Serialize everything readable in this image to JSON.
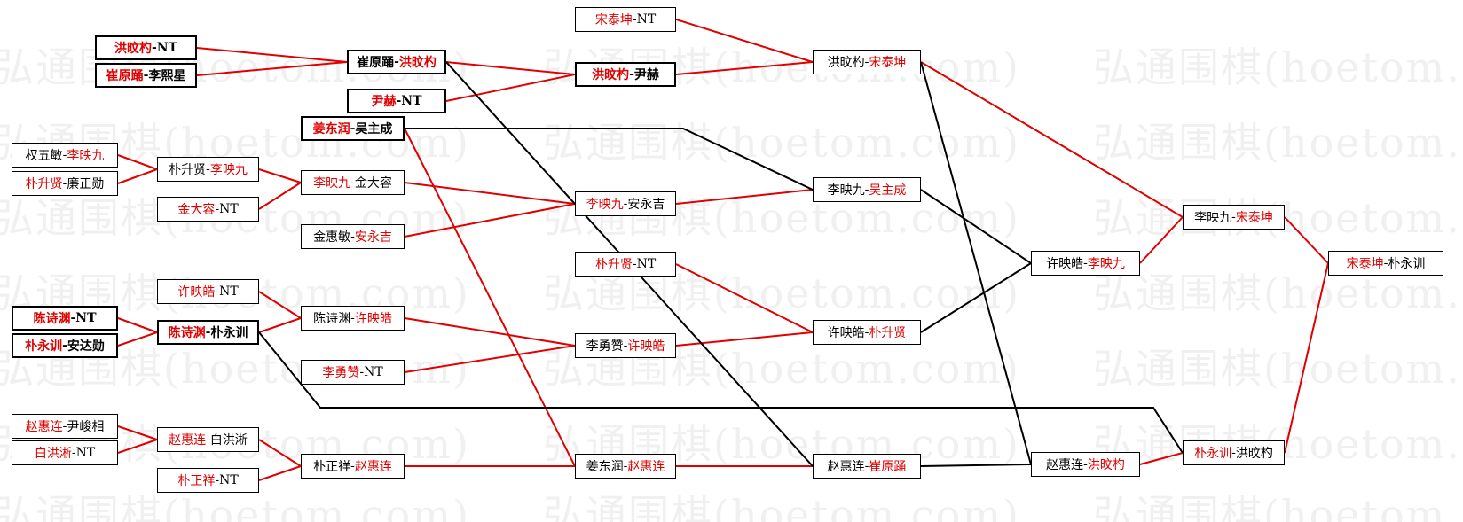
{
  "watermark": "弘通围棋(hoetom.com)",
  "colors": {
    "winner": "#e00000",
    "loser": "#000000",
    "watermark": "#f0f0f0"
  },
  "nodes": [
    {
      "id": "n1",
      "p1": "洪旼杓",
      "p2": "NT",
      "win": 1,
      "bold": true
    },
    {
      "id": "n2",
      "p1": "崔原踊",
      "p2": "李熙星",
      "win": 1,
      "bold": true
    },
    {
      "id": "n3",
      "p1": "尹赫",
      "p2": "NT",
      "win": 1,
      "bold": true
    },
    {
      "id": "n4",
      "p1": "姜东润",
      "p2": "吴主成",
      "win": 1,
      "bold": true
    },
    {
      "id": "n5",
      "p1": "权五敏",
      "p2": "李映九",
      "win": 2,
      "bold": false
    },
    {
      "id": "n6",
      "p1": "朴升贤",
      "p2": "廉正勋",
      "win": 1,
      "bold": false
    },
    {
      "id": "n7",
      "p1": "金大容",
      "p2": "NT",
      "win": 1,
      "bold": false
    },
    {
      "id": "n8",
      "p1": "金惠敏",
      "p2": "安永吉",
      "win": 2,
      "bold": false
    },
    {
      "id": "n9",
      "p1": "许映皓",
      "p2": "NT",
      "win": 1,
      "bold": false
    },
    {
      "id": "n10",
      "p1": "陈诗渊",
      "p2": "NT",
      "win": 1,
      "bold": true
    },
    {
      "id": "n11",
      "p1": "朴永训",
      "p2": "安达勋",
      "win": 1,
      "bold": true
    },
    {
      "id": "n12",
      "p1": "李勇赞",
      "p2": "NT",
      "win": 1,
      "bold": false
    },
    {
      "id": "n13",
      "p1": "赵惠连",
      "p2": "尹峻相",
      "win": 1,
      "bold": false
    },
    {
      "id": "n14",
      "p1": "白洪淅",
      "p2": "NT",
      "win": 1,
      "bold": false
    },
    {
      "id": "n15",
      "p1": "朴正祥",
      "p2": "NT",
      "win": 1,
      "bold": false
    },
    {
      "id": "n16",
      "p1": "宋泰坤",
      "p2": "NT",
      "win": 1,
      "bold": false
    },
    {
      "id": "n17",
      "p1": "朴升贤",
      "p2": "NT",
      "win": 1,
      "bold": false
    },
    {
      "id": "m1",
      "p1": "崔原踊",
      "p2": "洪旼杓",
      "win": 2,
      "bold": true
    },
    {
      "id": "m2",
      "p1": "朴升贤",
      "p2": "李映九",
      "win": 2,
      "bold": false
    },
    {
      "id": "m3",
      "p1": "陈诗渊",
      "p2": "朴永训",
      "win": 1,
      "bold": true
    },
    {
      "id": "m4",
      "p1": "赵惠连",
      "p2": "白洪淅",
      "win": 1,
      "bold": false
    },
    {
      "id": "q1",
      "p1": "李映九",
      "p2": "金大容",
      "win": 1,
      "bold": false
    },
    {
      "id": "q2",
      "p1": "陈诗渊",
      "p2": "许映皓",
      "win": 2,
      "bold": false
    },
    {
      "id": "q3",
      "p1": "朴正祥",
      "p2": "赵惠连",
      "win": 2,
      "bold": false
    },
    {
      "id": "c1",
      "p1": "洪旼杓",
      "p2": "尹赫",
      "win": 1,
      "bold": true
    },
    {
      "id": "c2",
      "p1": "李映九",
      "p2": "安永吉",
      "win": 1,
      "bold": false
    },
    {
      "id": "c3",
      "p1": "李勇赞",
      "p2": "许映皓",
      "win": 2,
      "bold": false
    },
    {
      "id": "c4",
      "p1": "姜东润",
      "p2": "赵惠连",
      "win": 2,
      "bold": false
    },
    {
      "id": "d1",
      "p1": "洪旼杓",
      "p2": "宋泰坤",
      "win": 2,
      "bold": false
    },
    {
      "id": "d2",
      "p1": "李映九",
      "p2": "吴主成",
      "win": 2,
      "bold": false
    },
    {
      "id": "d3",
      "p1": "许映皓",
      "p2": "朴升贤",
      "win": 2,
      "bold": false
    },
    {
      "id": "d4",
      "p1": "赵惠连",
      "p2": "崔原踊",
      "win": 2,
      "bold": false
    },
    {
      "id": "e1",
      "p1": "许映皓",
      "p2": "李映九",
      "win": 2,
      "bold": false
    },
    {
      "id": "e2",
      "p1": "赵惠连",
      "p2": "洪旼杓",
      "win": 2,
      "bold": false
    },
    {
      "id": "f1",
      "p1": "李映九",
      "p2": "宋泰坤",
      "win": 2,
      "bold": false
    },
    {
      "id": "f2",
      "p1": "朴永训",
      "p2": "洪旼杓",
      "win": 1,
      "bold": false
    },
    {
      "id": "g1",
      "p1": "宋泰坤",
      "p2": "朴永训",
      "win": 1,
      "bold": false
    }
  ],
  "edges": [
    {
      "from": "n1",
      "to": "m1",
      "color": "red"
    },
    {
      "from": "n2",
      "to": "m1",
      "color": "red"
    },
    {
      "from": "m1",
      "to": "c1",
      "color": "red"
    },
    {
      "from": "n3",
      "to": "c1",
      "color": "red"
    },
    {
      "from": "n16",
      "to": "d1",
      "color": "red"
    },
    {
      "from": "c1",
      "to": "d1",
      "color": "red"
    },
    {
      "from": "n5",
      "to": "m2",
      "color": "red"
    },
    {
      "from": "n6",
      "to": "m2",
      "color": "red"
    },
    {
      "from": "m2",
      "to": "q1",
      "color": "red"
    },
    {
      "from": "n7",
      "to": "q1",
      "color": "red"
    },
    {
      "from": "q1",
      "to": "c2",
      "color": "red"
    },
    {
      "from": "n8",
      "to": "c2",
      "color": "red"
    },
    {
      "from": "c2",
      "to": "d2",
      "color": "red"
    },
    {
      "from": "n10",
      "to": "m3",
      "color": "red"
    },
    {
      "from": "n11",
      "to": "m3",
      "color": "red"
    },
    {
      "from": "n9",
      "to": "q2",
      "color": "red"
    },
    {
      "from": "m3",
      "to": "q2",
      "color": "red"
    },
    {
      "from": "q2",
      "to": "c3",
      "color": "red"
    },
    {
      "from": "n12",
      "to": "c3",
      "color": "red"
    },
    {
      "from": "n17",
      "to": "d3",
      "color": "red"
    },
    {
      "from": "c3",
      "to": "d3",
      "color": "red"
    },
    {
      "from": "n13",
      "to": "m4",
      "color": "red"
    },
    {
      "from": "n14",
      "to": "m4",
      "color": "red"
    },
    {
      "from": "m4",
      "to": "q3",
      "color": "red"
    },
    {
      "from": "n15",
      "to": "q3",
      "color": "red"
    },
    {
      "from": "q3",
      "to": "c4",
      "color": "red"
    },
    {
      "from": "n4",
      "to": "c4",
      "color": "red"
    },
    {
      "from": "c4",
      "to": "d4",
      "color": "red"
    },
    {
      "from": "e1",
      "to": "f1",
      "color": "red"
    },
    {
      "from": "d1",
      "to": "f1",
      "color": "red"
    },
    {
      "from": "d4",
      "to": "e2",
      "color": "black"
    },
    {
      "from": "e2",
      "to": "f2",
      "color": "red"
    },
    {
      "from": "f1",
      "to": "g1",
      "color": "red"
    },
    {
      "from": "f2",
      "to": "g1",
      "color": "red"
    },
    {
      "from": "n4",
      "to": "d2",
      "color": "black",
      "via": "n4h"
    },
    {
      "from": "m1",
      "to": "d4",
      "color": "black"
    },
    {
      "from": "d1",
      "to": "e2",
      "color": "black"
    },
    {
      "from": "d2",
      "to": "e1",
      "color": "black"
    },
    {
      "from": "d3",
      "to": "e1",
      "color": "black"
    },
    {
      "from": "m3",
      "to": "f2",
      "color": "black",
      "via": "m3h"
    }
  ]
}
